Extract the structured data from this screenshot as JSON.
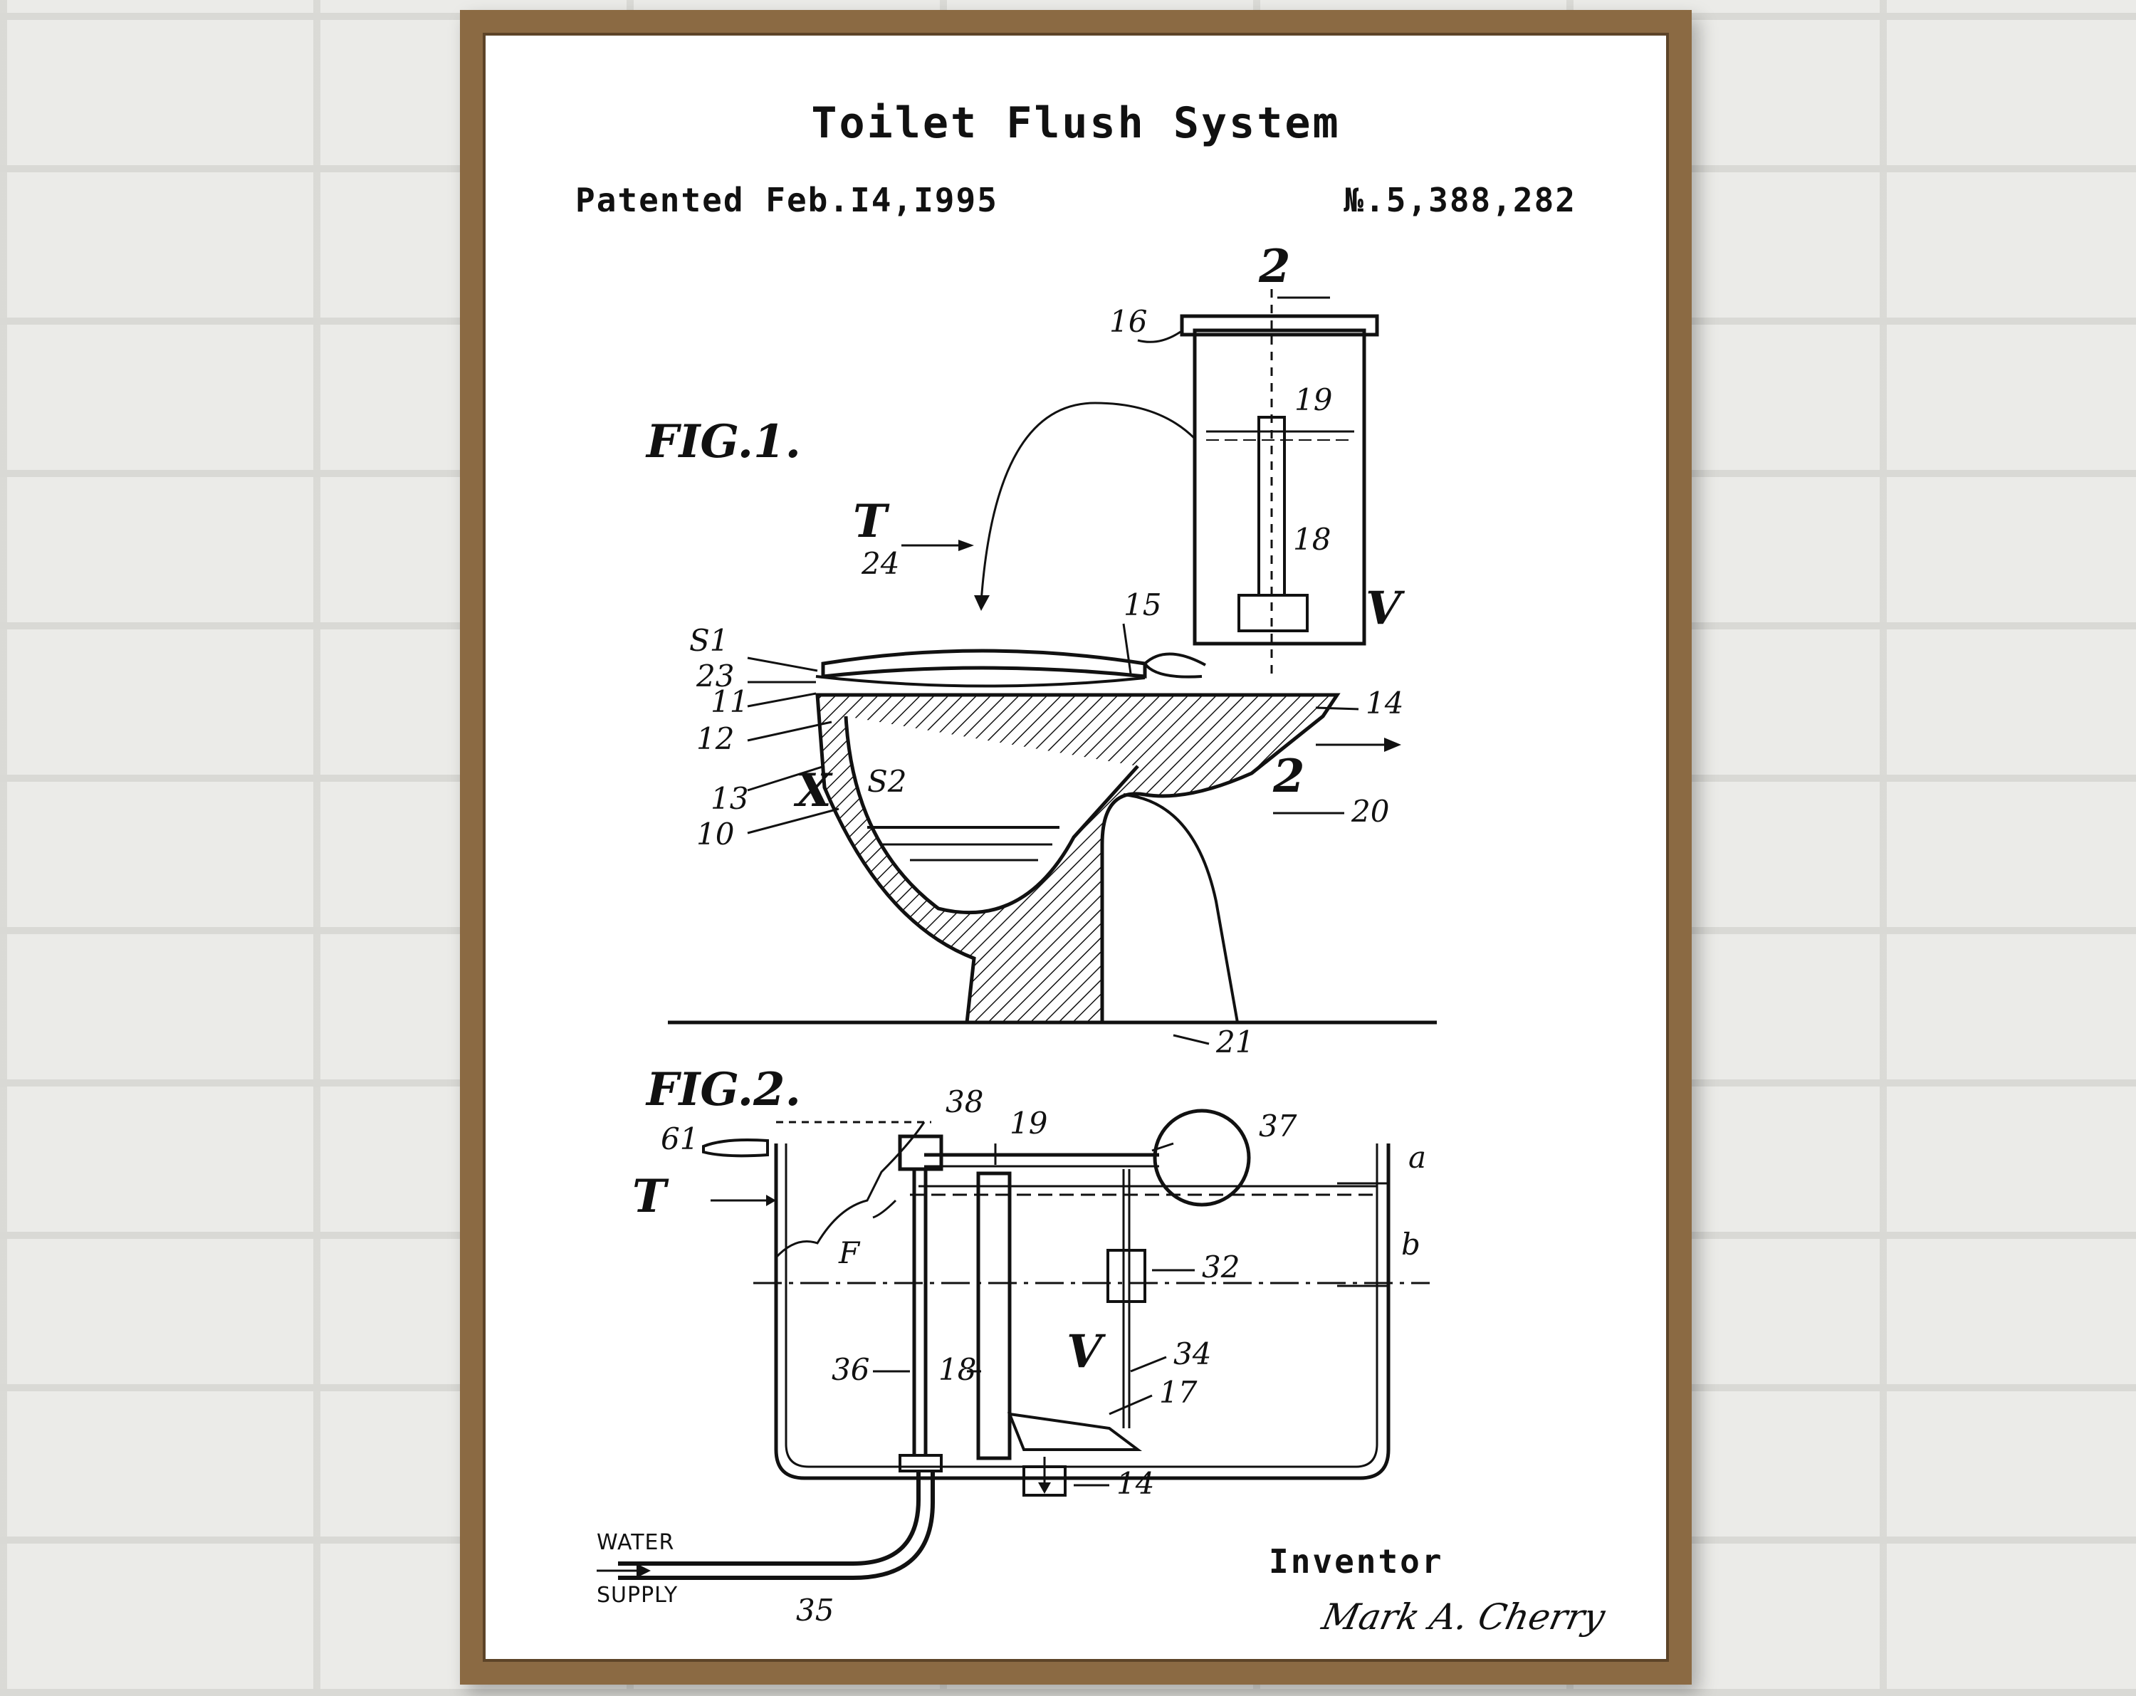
{
  "poster": {
    "title": "Toilet Flush System",
    "patent_date": "Patented Feb.I4,I995",
    "patent_number": "№.5,388,282",
    "inventor_label": "Inventor",
    "inventor_signature": "Mark A. Cherry"
  },
  "figure1": {
    "caption": "FIG.1.",
    "labels": {
      "l2a": "2",
      "l16": "16",
      "l19": "19",
      "lT": "T",
      "l18": "18",
      "l24": "24",
      "l15": "15",
      "lV": "V",
      "lS1": "S1",
      "l23": "23",
      "l11": "11",
      "l14": "14",
      "l12": "12",
      "lX": "X",
      "lS2": "S2",
      "l2b": "2",
      "l13": "13",
      "l20": "20",
      "l10": "10",
      "l21": "21"
    }
  },
  "figure2": {
    "caption": "FIG.2.",
    "labels": {
      "l38": "38",
      "l19": "19",
      "l37": "37",
      "l61": "61",
      "la": "a",
      "lT": "T",
      "lF": "F",
      "lb": "b",
      "l32": "32",
      "l36": "36",
      "l18": "18",
      "lV": "V",
      "l34": "34",
      "l17": "17",
      "l14": "14",
      "l35": "35",
      "water": "WATER",
      "supply": "SUPPLY"
    }
  },
  "colors": {
    "frame_wood": "#8b6a43",
    "paper": "#ffffff",
    "ink": "#111111",
    "wall": "#ebebe8"
  }
}
